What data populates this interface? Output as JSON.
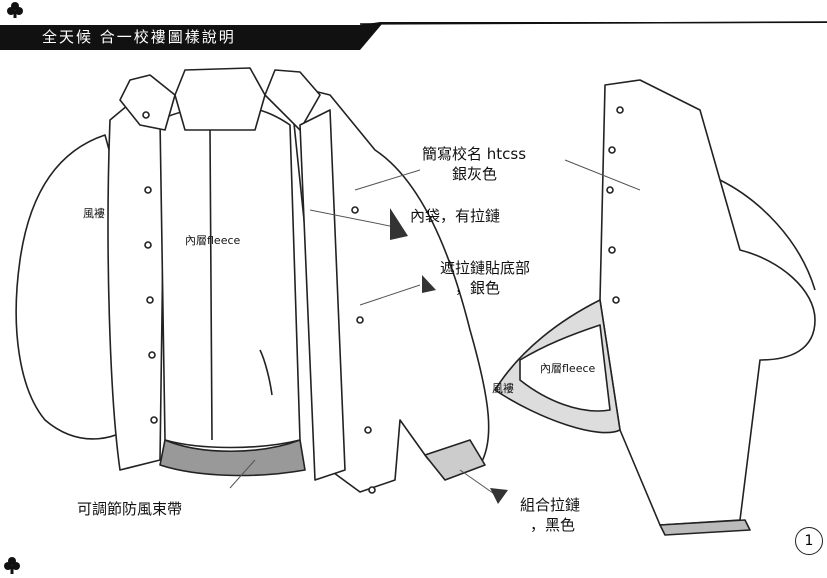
{
  "header": {
    "title": "全天候 合一校褸圖樣說明",
    "bar_color": "#111111"
  },
  "labels": {
    "emblem": "簡寫校名 htcss",
    "emblem_color": "銀灰色",
    "inner_pocket": "內袋，有拉鏈",
    "zip_cover_1": "遮拉鏈貼底部",
    "zip_cover_2": "，銀色",
    "combined_zip_1": "組合拉鏈",
    "combined_zip_2": "，黑色",
    "drawstring": "可調節防風束帶"
  },
  "jacket_labels": {
    "windbreaker": "風褸",
    "inner_fleece": "內層fleece",
    "back_inner_fleece": "內層fleece",
    "back_windbreaker": "風褸"
  },
  "page_number": "1"
}
